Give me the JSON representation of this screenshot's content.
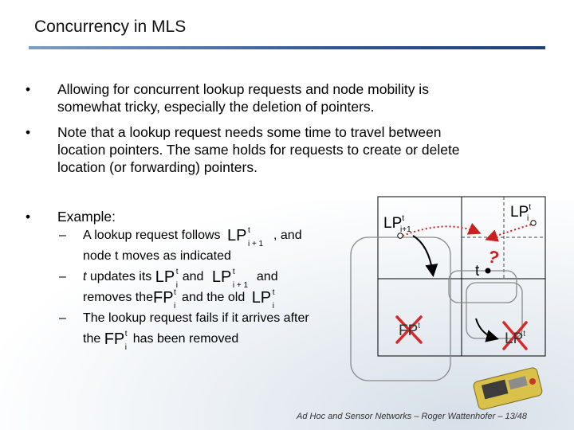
{
  "title": "Concurrency in MLS",
  "bullets": [
    {
      "line1": "Allowing for concurrent lookup requests and node mobility is",
      "line2": "somewhat tricky, especially the deletion of pointers."
    },
    {
      "line1": "Note that a lookup request needs some time to travel between",
      "line2": "location pointers. The same holds for requests to create or delete",
      "line3": "location (or forwarding) pointers."
    },
    {
      "line1": "Example:"
    }
  ],
  "bullet_char": "•",
  "dash_char": "–",
  "subitems": {
    "a1": "A lookup request follows",
    "a2": ", and",
    "a3": "node t moves as indicated",
    "b1": "t",
    "b2": " updates its",
    "b3": "and",
    "b4": "and",
    "b5": "removes the",
    "b6": "and the old",
    "c1": "The lookup request fails if it arrives after",
    "c2": "the",
    "c3": "has been removed"
  },
  "math": {
    "LP": "LP",
    "FP": "FP",
    "t": "t",
    "i": "i",
    "i_plus_1": "i + 1"
  },
  "diagram": {
    "label_lp_i1_main": "LP",
    "label_lp_i_main": "LP",
    "label_t": "t",
    "label_fp": "FP",
    "label_lp_low": "LP",
    "sup_t": "t",
    "sub_i": "i",
    "sub_i1": "i+1"
  },
  "footer": "Ad Hoc and Sensor Networks   –   Roger Wattenhofer   – 13/48",
  "colors": {
    "title_rule": "#2f5597",
    "red_arrow": "#cc1f1f",
    "cross": "#d42a2a"
  }
}
